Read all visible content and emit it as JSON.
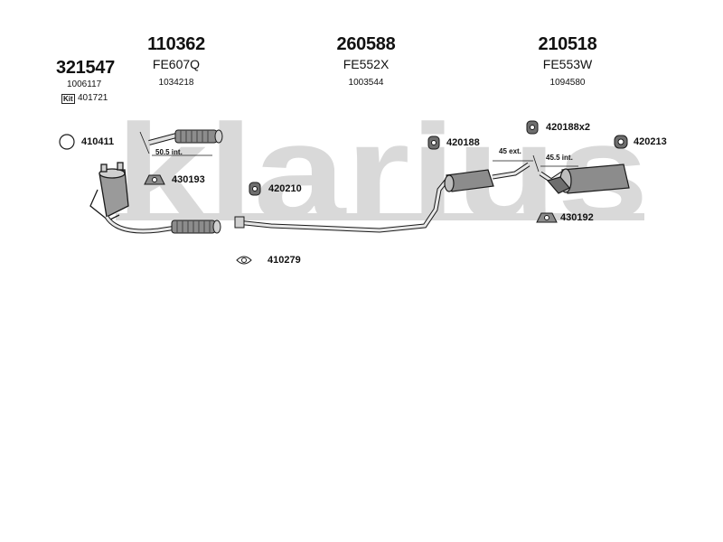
{
  "watermark": {
    "text": "klarius",
    "color": "#d9d9d9"
  },
  "columns": [
    {
      "part_number": "321547",
      "oe_number": "1006117"
    },
    {
      "part_number": "110362",
      "code": "FE607Q",
      "oe_number": "1034218"
    },
    {
      "part_number": "260588",
      "code": "FE552X",
      "oe_number": "1003544"
    },
    {
      "part_number": "210518",
      "code": "FE553W",
      "oe_number": "1094580"
    }
  ],
  "kit": {
    "badge": "Kit",
    "number": "401721"
  },
  "accessories": [
    {
      "id": "410411",
      "icon": "ring-gasket-icon"
    },
    {
      "id": "430193",
      "icon": "rubber-mount-icon"
    },
    {
      "id": "420210",
      "icon": "rubber-hanger-icon"
    },
    {
      "id": "410279",
      "icon": "flange-gasket-icon"
    },
    {
      "id": "420188",
      "icon": "rubber-hanger-icon"
    },
    {
      "id": "420188x2",
      "icon": "rubber-hanger-icon"
    },
    {
      "id": "420213",
      "icon": "rubber-bushing-icon"
    },
    {
      "id": "430192",
      "icon": "rubber-mount-icon"
    }
  ],
  "dimensions": [
    {
      "label": "50.5 int."
    },
    {
      "label": "45 ext."
    },
    {
      "label": "45.5 int."
    }
  ],
  "colors": {
    "line": "#1a1a1a",
    "fill": "#8c8c8c",
    "light": "#d0d0d0"
  }
}
